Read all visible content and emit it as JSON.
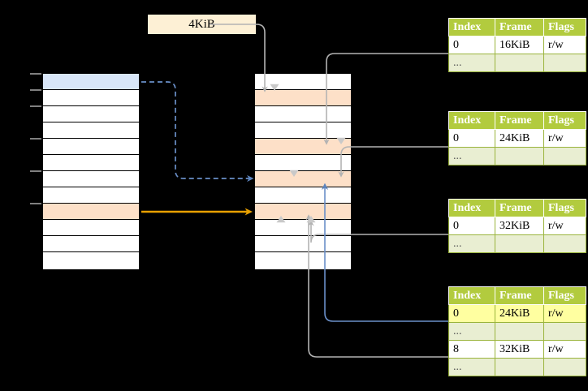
{
  "diagram": {
    "title_box": {
      "label": "4KiB"
    },
    "colors": {
      "header_green": "#b2cb3e",
      "row_green": "#e9eed2",
      "highlight_yellow": "#ffffa0",
      "peach": "#fde0c8",
      "blue_row": "#d8e6f8",
      "orange_arrow": "#e8a000",
      "blue_arrow": "#6a8fc8",
      "grey_arrow": "#b3b3b3",
      "label_box": "#fdf0d5"
    }
  },
  "left_column": {
    "name": "page-directory",
    "row_count": 12,
    "rows": [
      {
        "index": 0,
        "fill": "blue",
        "label": ""
      },
      {
        "index": 1,
        "fill": "white",
        "label": ""
      },
      {
        "index": 2,
        "fill": "white",
        "label": ""
      },
      {
        "index": 3,
        "fill": "white",
        "label": ""
      },
      {
        "index": 4,
        "fill": "white",
        "label": ""
      },
      {
        "index": 5,
        "fill": "white",
        "label": ""
      },
      {
        "index": 6,
        "fill": "white",
        "label": ""
      },
      {
        "index": 7,
        "fill": "white",
        "label": ""
      },
      {
        "index": 8,
        "fill": "peach",
        "label": ""
      },
      {
        "index": 9,
        "fill": "white",
        "label": ""
      },
      {
        "index": 10,
        "fill": "white",
        "label": ""
      },
      {
        "index": 11,
        "fill": "white",
        "label": ""
      }
    ],
    "tick_rows": [
      0,
      1,
      2,
      4,
      6,
      8
    ]
  },
  "middle_column": {
    "name": "physical-memory",
    "row_count": 12,
    "rows": [
      {
        "index": 0,
        "fill": "white",
        "label": ""
      },
      {
        "index": 1,
        "fill": "peach",
        "label": ""
      },
      {
        "index": 2,
        "fill": "white",
        "label": ""
      },
      {
        "index": 3,
        "fill": "white",
        "label": ""
      },
      {
        "index": 4,
        "fill": "peach",
        "label": ""
      },
      {
        "index": 5,
        "fill": "white",
        "label": ""
      },
      {
        "index": 6,
        "fill": "peach",
        "label": ""
      },
      {
        "index": 7,
        "fill": "white",
        "label": ""
      },
      {
        "index": 8,
        "fill": "peach",
        "label": ""
      },
      {
        "index": 9,
        "fill": "white",
        "label": ""
      },
      {
        "index": 10,
        "fill": "white",
        "label": ""
      },
      {
        "index": 11,
        "fill": "white",
        "label": ""
      }
    ]
  },
  "page_tables": [
    {
      "name": "page-table-1",
      "columns": [
        "Index",
        "Frame",
        "Flags"
      ],
      "rows": [
        {
          "kind": "data",
          "index": "0",
          "frame": "16KiB",
          "flags": "r/w",
          "highlight": false
        },
        {
          "kind": "dots",
          "index": "...",
          "frame": "",
          "flags": "",
          "highlight": false
        }
      ]
    },
    {
      "name": "page-table-2",
      "columns": [
        "Index",
        "Frame",
        "Flags"
      ],
      "rows": [
        {
          "kind": "data",
          "index": "0",
          "frame": "24KiB",
          "flags": "r/w",
          "highlight": false
        },
        {
          "kind": "dots",
          "index": "...",
          "frame": "",
          "flags": "",
          "highlight": false
        }
      ]
    },
    {
      "name": "page-table-3",
      "columns": [
        "Index",
        "Frame",
        "Flags"
      ],
      "rows": [
        {
          "kind": "data",
          "index": "0",
          "frame": "32KiB",
          "flags": "r/w",
          "highlight": false
        },
        {
          "kind": "dots",
          "index": "...",
          "frame": "",
          "flags": "",
          "highlight": false
        }
      ]
    },
    {
      "name": "page-table-4",
      "columns": [
        "Index",
        "Frame",
        "Flags"
      ],
      "rows": [
        {
          "kind": "data",
          "index": "0",
          "frame": "24KiB",
          "flags": "r/w",
          "highlight": true
        },
        {
          "kind": "dots",
          "index": "...",
          "frame": "",
          "flags": "",
          "highlight": false
        },
        {
          "kind": "data",
          "index": "8",
          "frame": "32KiB",
          "flags": "r/w",
          "highlight": false
        },
        {
          "kind": "dots",
          "index": "...",
          "frame": "",
          "flags": "",
          "highlight": false
        }
      ]
    }
  ],
  "connectors": [
    {
      "name": "dashed-blue-directory-to-memory",
      "style": "dashed",
      "color": "#6a8fc8"
    },
    {
      "name": "solid-orange-directory-to-memory",
      "style": "solid",
      "color": "#e8a000"
    },
    {
      "name": "label-to-memory-row2",
      "style": "solid",
      "color": "#b3b3b3"
    },
    {
      "name": "table1-to-memory-row5",
      "style": "solid",
      "color": "#b3b3b3"
    },
    {
      "name": "table2-to-memory-row7",
      "style": "solid",
      "color": "#b3b3b3"
    },
    {
      "name": "table3-to-memory-row9",
      "style": "solid",
      "color": "#b3b3b3"
    },
    {
      "name": "table4-row8-to-memory-row9",
      "style": "solid",
      "color": "#b3b3b3"
    },
    {
      "name": "memory-row7-to-table4-row0",
      "style": "solid",
      "color": "#6a8fc8"
    }
  ]
}
